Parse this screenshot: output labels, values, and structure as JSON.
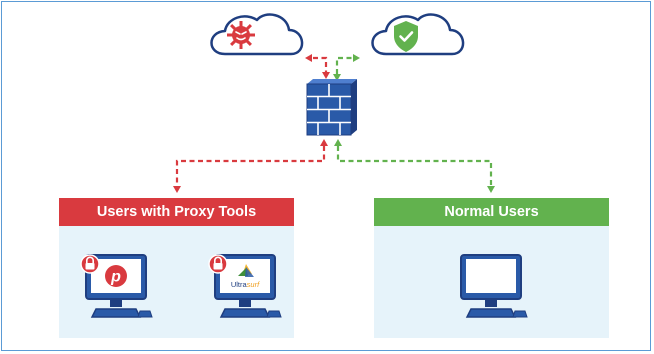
{
  "groups": {
    "proxy": {
      "title": "Users with Proxy Tools"
    },
    "normal": {
      "title": "Normal Users"
    }
  },
  "apps": {
    "psiphon": {
      "logo_letter": "p"
    },
    "ultrasurf": {
      "logo_text_a": "Ultra",
      "logo_text_b": "surf"
    }
  },
  "icons": {
    "threat_cloud": "virus-cloud-icon",
    "safe_cloud": "shield-check-cloud-icon",
    "firewall": "firewall-icon",
    "lock_badge": "lock-badge-icon",
    "computer": "computer-icon"
  },
  "colors": {
    "threat": "#d93a3f",
    "safe": "#62b24e",
    "firewall": "#2a5aa8",
    "outline": "#1f3e80",
    "panel": "#e6f3fa",
    "frame": "#5b9bd5"
  }
}
